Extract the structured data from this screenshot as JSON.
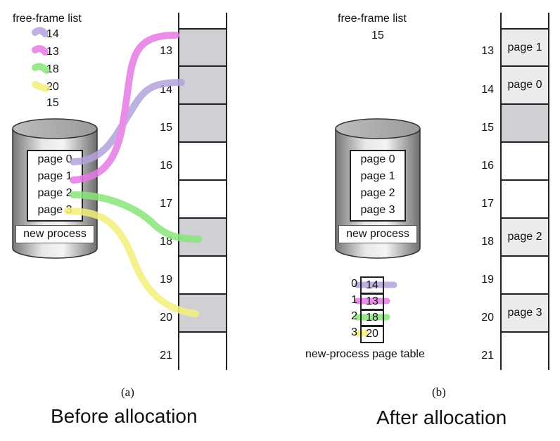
{
  "colors": {
    "purple": "#b3a3dc",
    "magenta": "#e67ae6",
    "green": "#8ae67a",
    "yellow": "#f4f07a",
    "frame_shaded_dark": "#d0cfd3",
    "frame_shaded_light": "#ebebeb"
  },
  "left": {
    "free_frame_title": "free-frame list",
    "free_frames": [
      "14",
      "13",
      "18",
      "20",
      "15"
    ],
    "pages": [
      "page 0",
      "page 1",
      "page 2",
      "page 3"
    ],
    "process_label": "new process",
    "frame_numbers": [
      "13",
      "14",
      "15",
      "16",
      "17",
      "18",
      "19",
      "20",
      "21"
    ],
    "caption": "(a)",
    "title": "Before allocation"
  },
  "right": {
    "free_frame_title": "free-frame list",
    "free_frames": [
      "15"
    ],
    "pages": [
      "page 0",
      "page 1",
      "page 2",
      "page 3"
    ],
    "process_label": "new process",
    "frame_numbers": [
      "13",
      "14",
      "15",
      "16",
      "17",
      "18",
      "19",
      "20",
      "21"
    ],
    "frame_contents": [
      "page 1",
      "page 0",
      "",
      "",
      "",
      "page 2",
      "",
      "page 3",
      ""
    ],
    "page_table": {
      "indices": [
        "0",
        "1",
        "2",
        "3"
      ],
      "frames": [
        "14",
        "13",
        "18",
        "20"
      ],
      "label": "new-process page table"
    },
    "caption": "(b)",
    "title": "After allocation"
  }
}
